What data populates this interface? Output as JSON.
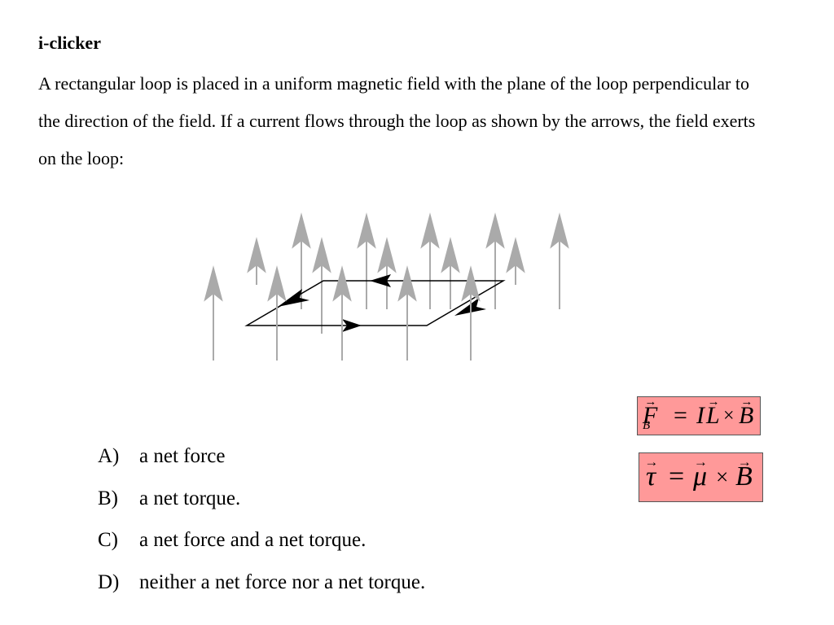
{
  "title": "i-clicker",
  "question": "A rectangular loop is placed in a uniform magnetic field with the plane of the loop perpendicular to the direction of the field. If a current flows through the loop as shown by the arrows, the field exerts on the loop:",
  "options": [
    {
      "letter": "A)",
      "text": "a net force"
    },
    {
      "letter": "B)",
      "text": "a net torque."
    },
    {
      "letter": "C)",
      "text": "a net force and a net torque."
    },
    {
      "letter": "D)",
      "text": "neither a net force nor a net torque."
    }
  ],
  "formula_force": {
    "F": "F",
    "sub": "B",
    "eq": "=",
    "I": "I",
    "L": "L",
    "times": "×",
    "B": "B"
  },
  "formula_torque": {
    "tau": "τ",
    "eq": "=",
    "mu": "μ",
    "times": "×",
    "B": "B"
  },
  "colors": {
    "field_arrow": "#aaaaaa",
    "current_arrow": "#000000",
    "formula_bg": "#ff9999"
  }
}
